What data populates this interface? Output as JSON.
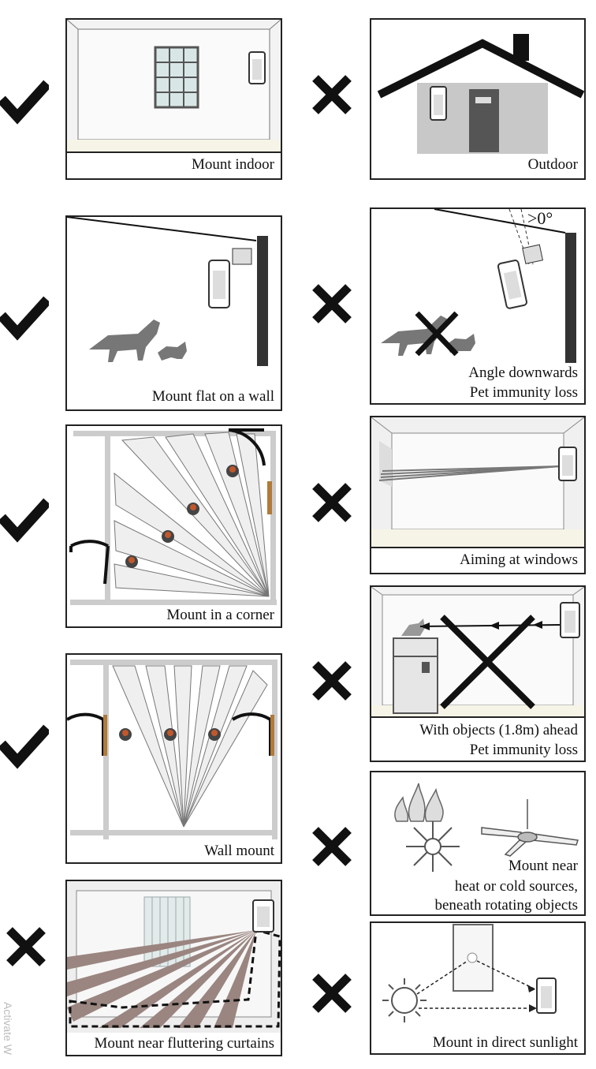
{
  "panels": {
    "mount_indoor": "Mount indoor",
    "outdoor": "Outdoor",
    "mount_flat": "Mount flat on a wall",
    "angle_downwards": "Angle  downwards",
    "pet_immunity_loss_1": "Pet immunity loss",
    "angle_label": ">0°",
    "mount_corner": "Mount in a corner",
    "aiming_windows": "Aiming at windows",
    "objects_ahead": "With objects (1.8m)  ahead",
    "pet_immunity_loss_2": "Pet immunity loss",
    "wall_mount": "Wall mount",
    "heat_cold_1": "Mount near",
    "heat_cold_2": "heat or cold  sources,",
    "heat_cold_3": "beneath rotating objects",
    "fluttering_curtains": "Mount near fluttering curtains",
    "direct_sunlight": "Mount  in  direct  sunlight"
  },
  "watermark": "Activate W",
  "colors": {
    "ink": "#111111",
    "wall": "#cfcfcf",
    "beam": "#e6e6e6",
    "curtain_beam": "#9a8580",
    "pet": "#777777",
    "figure_accent": "#c0582c"
  }
}
